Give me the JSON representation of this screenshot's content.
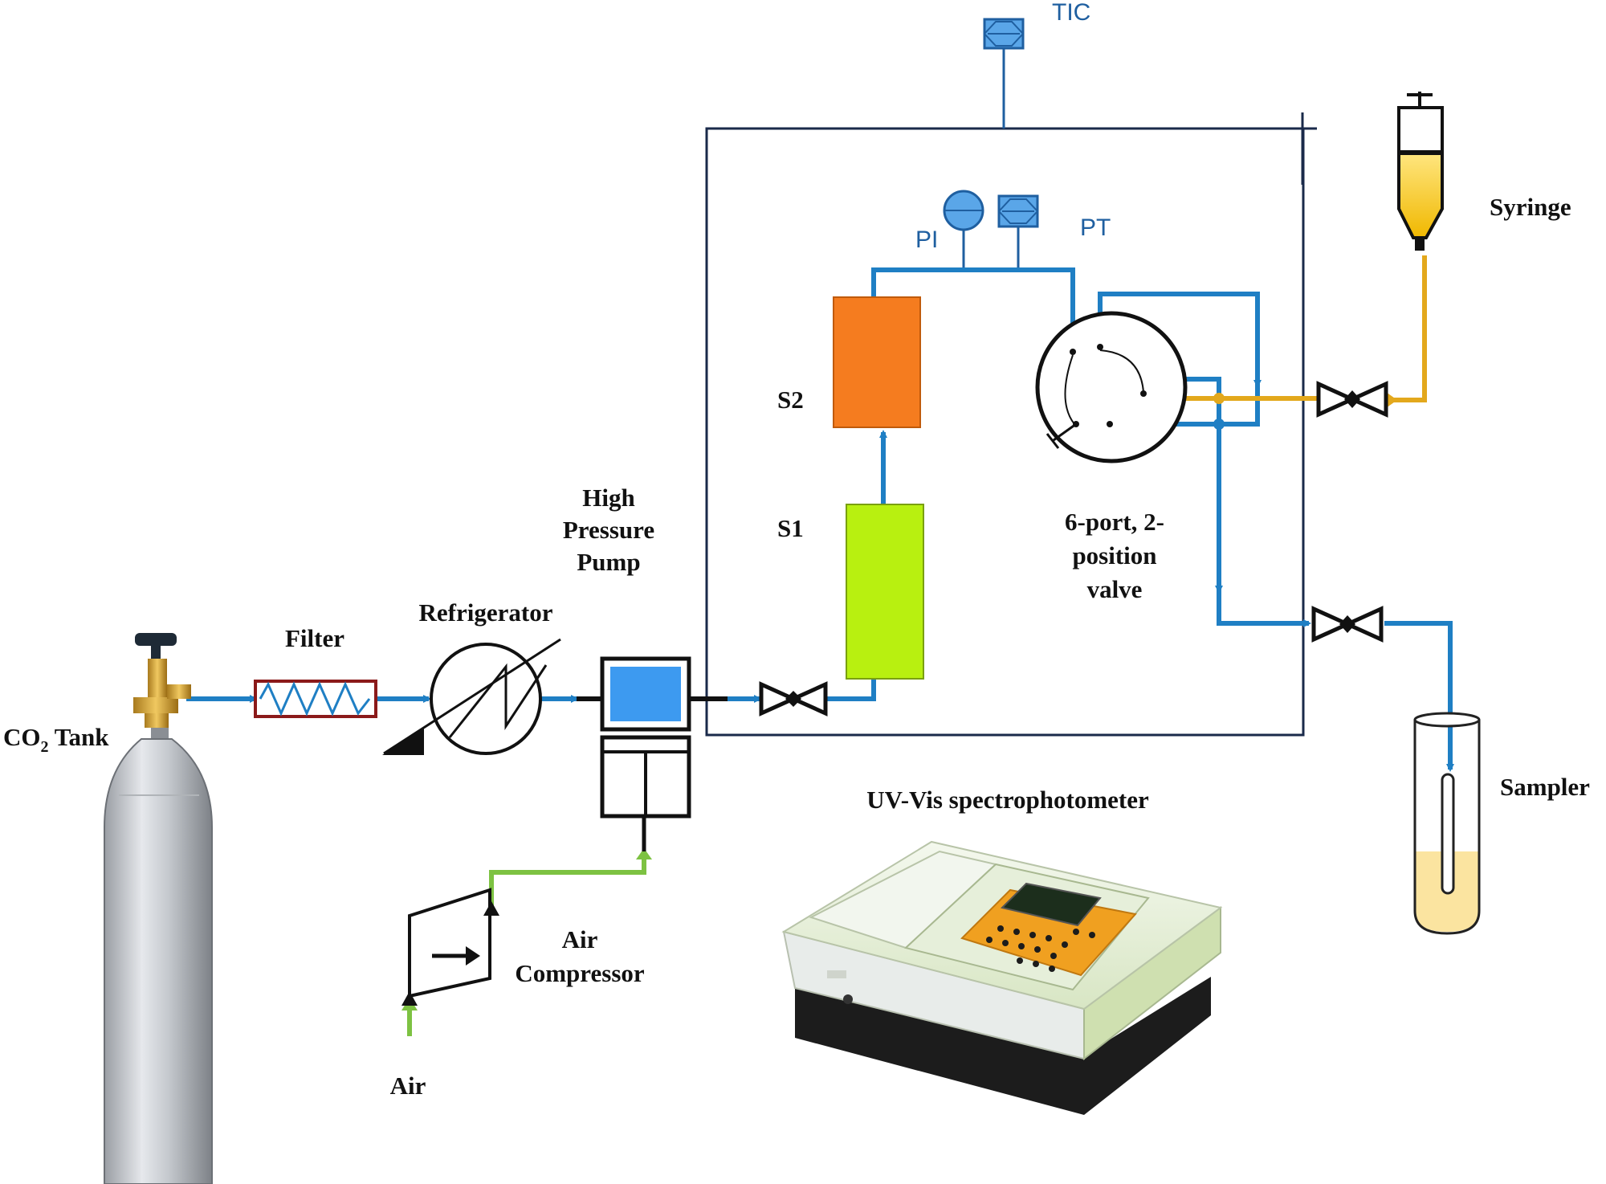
{
  "labels": {
    "tic": "TIC",
    "pi": "PI",
    "pt": "PT",
    "syringe": "Syringe",
    "s2": "S2",
    "s1": "S1",
    "valve_line1": "6-port, 2-",
    "valve_line2": "position",
    "valve_line3": "valve",
    "pump_line1": "High",
    "pump_line2": "Pressure",
    "pump_line3": "Pump",
    "refrigerator": "Refrigerator",
    "filter": "Filter",
    "co2_main": "CO",
    "co2_sub": "2",
    "co2_rest": " Tank",
    "sampler": "Sampler",
    "uvvis": "UV-Vis spectrophotometer",
    "compressor_line1": "Air",
    "compressor_line2": "Compressor",
    "air": "Air"
  },
  "colors": {
    "co2_line": "#1f7fc4",
    "sample_line": "#e3a81c",
    "air_line": "#7dc242",
    "instrument_text": "#1f5fa0",
    "instrument_fill": "#5aa6e8",
    "s1_fill": "#b8f010",
    "s2_fill": "#f57c1f",
    "pump_head": "#3d9af0",
    "filter_border": "#8b1a1a",
    "spectro_keypad": "#f0a020"
  },
  "icons": [
    "gas-cylinder-icon",
    "heat-exchanger-icon",
    "valve-icon",
    "syringe-icon",
    "test-tube-icon",
    "spectrophotometer-icon",
    "compressor-icon"
  ]
}
